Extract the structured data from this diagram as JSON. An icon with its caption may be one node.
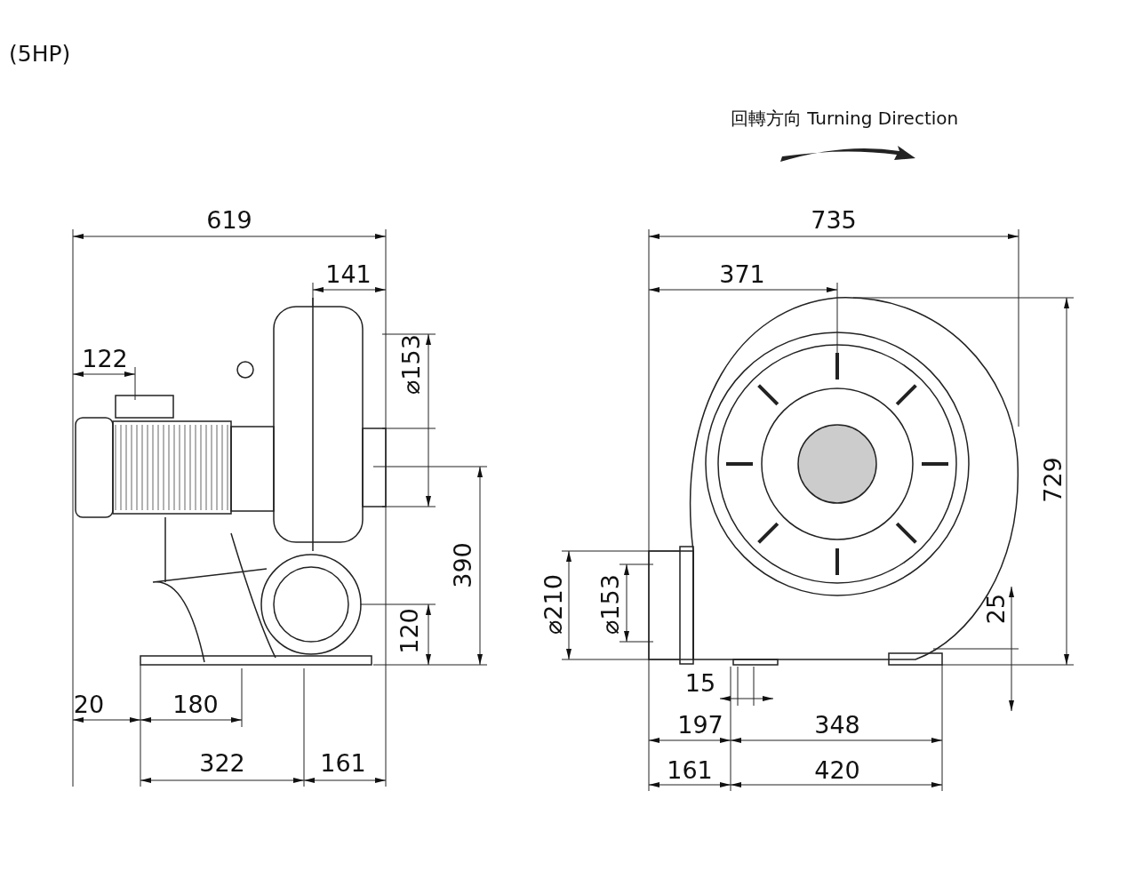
{
  "diagram": {
    "title": "(5HP)",
    "labels": [
      "回轉方向 Turning Direction",
      "619",
      "735",
      "141",
      "371",
      "122",
      "⌀153",
      "729",
      "390",
      "⌀210",
      "⌀153",
      "120",
      "25",
      "15",
      "20",
      "180",
      "197",
      "348",
      "322",
      "161",
      "161",
      "420"
    ]
  }
}
